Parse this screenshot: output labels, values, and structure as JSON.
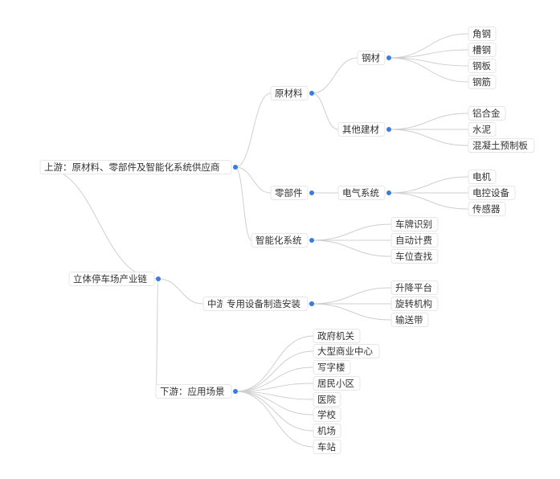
{
  "tree": {
    "label": "立体停车场产业链",
    "children": [
      {
        "label": "上游：原材料、零部件及智能化系统供应商",
        "children": [
          {
            "label": "原材料",
            "children": [
              {
                "label": "钢材",
                "children": [
                  {
                    "label": "角钢"
                  },
                  {
                    "label": "槽钢"
                  },
                  {
                    "label": "钢板"
                  },
                  {
                    "label": "钢筋"
                  }
                ]
              },
              {
                "label": "其他建材",
                "children": [
                  {
                    "label": "铝合金"
                  },
                  {
                    "label": "水泥"
                  },
                  {
                    "label": "混凝土预制板"
                  }
                ]
              }
            ]
          },
          {
            "label": "零部件",
            "children": [
              {
                "label": "电气系统",
                "children": [
                  {
                    "label": "电机"
                  },
                  {
                    "label": "电控设备"
                  },
                  {
                    "label": "传感器"
                  }
                ]
              }
            ]
          },
          {
            "label": "智能化系统",
            "children": [
              {
                "label": "车牌识别"
              },
              {
                "label": "自动计费"
              },
              {
                "label": "车位查找"
              }
            ]
          }
        ]
      },
      {
        "label": "中游：立体停车场建设",
        "children": [
          {
            "label": "专用设备制造安装",
            "children": [
              {
                "label": "升降平台"
              },
              {
                "label": "旋转机构"
              },
              {
                "label": "输送带"
              }
            ]
          }
        ]
      },
      {
        "label": "下游：应用场景",
        "children": [
          {
            "label": "政府机关"
          },
          {
            "label": "大型商业中心"
          },
          {
            "label": "写字楼"
          },
          {
            "label": "居民小区"
          },
          {
            "label": "医院"
          },
          {
            "label": "学校"
          },
          {
            "label": "机场"
          },
          {
            "label": "车站"
          }
        ]
      }
    ]
  },
  "colors": {
    "edge": "#cfcfcf",
    "dot": "#3b7ddd",
    "text": "#333333",
    "label_border": "#e6e6e6"
  }
}
